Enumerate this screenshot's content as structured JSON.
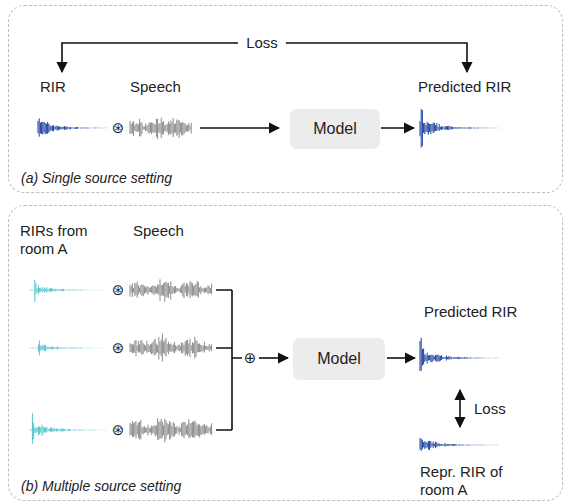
{
  "diagram": {
    "nodes": [
      {
        "text": [
          "(a) Single source setting"
        ]
      },
      {
        "text": [
          "Model"
        ],
        "in": 0
      },
      {
        "text": [
          "(b) Multiple source setting"
        ]
      },
      {
        "text": [
          "Model"
        ],
        "in": 2
      }
    ],
    "labels": [
      "Loss",
      "RIR",
      "⊛",
      "Speech",
      "Predicted RIR",
      "RIRs from room A",
      "Speech",
      "⊛",
      "⊛",
      "⊛",
      "⊕",
      "Predicted RIR",
      "Loss",
      "Repr. RIR of room A"
    ]
  }
}
